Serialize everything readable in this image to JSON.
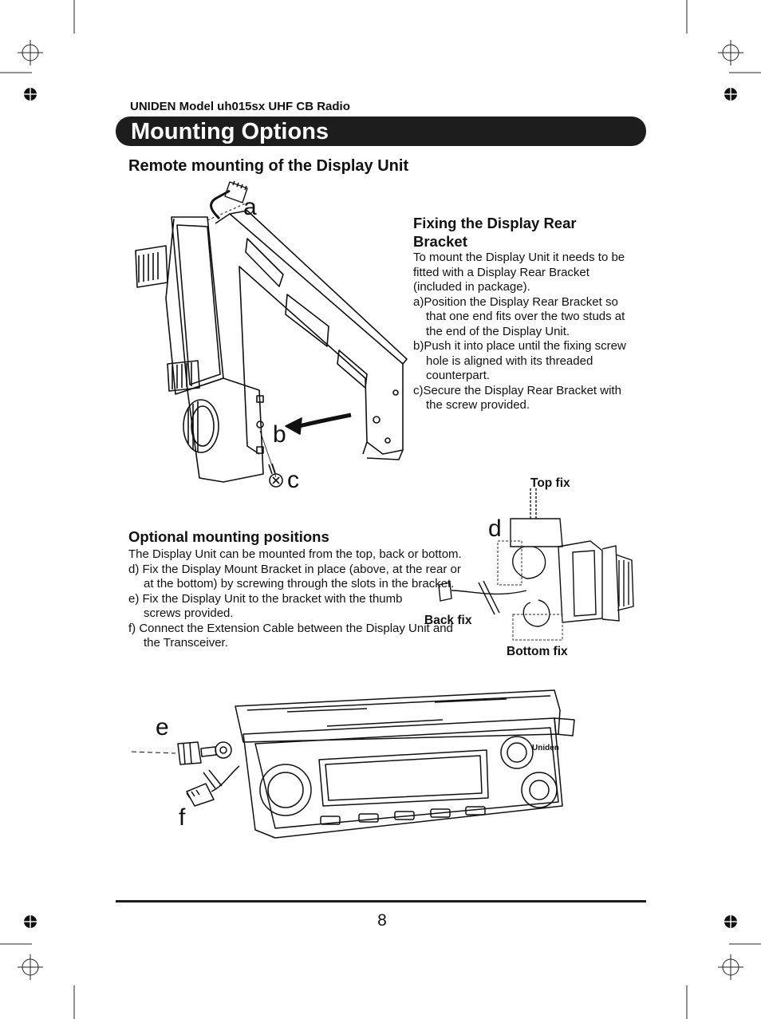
{
  "header": {
    "model": "UNIDEN Model uh015sx UHF CB Radio",
    "title": "Mounting Options"
  },
  "remote": {
    "heading": "Remote mounting of the Display Unit",
    "fixing_heading": "Fixing the Display Rear Bracket",
    "intro": "To mount the Display Unit it needs to be fitted with a Display Rear Bracket (included in package).",
    "steps": [
      "a)Position the Display Rear Bracket so that one end fits over the two studs at the end of the Display Unit.",
      "b)Push it into place until the fixing screw hole is aligned with its threaded counterpart.",
      "c)Secure the Display Rear Bracket with the screw provided."
    ],
    "figure_letters": {
      "a": "a",
      "b": "b",
      "c": "c"
    }
  },
  "optional": {
    "heading": "Optional mounting positions",
    "intro": "The Display Unit can be mounted from the top, back or bottom.",
    "steps": [
      "d) Fix the Display Mount Bracket in place (above, at the rear or at the bottom) by screwing through the slots in the bracket.",
      "e) Fix the Display Unit to the bracket with the thumb screws provided.",
      "f)  Connect the Extension Cable between the Display Unit and the Transceiver."
    ],
    "labels": {
      "top": "Top fix",
      "back": "Back fix",
      "bottom": "Bottom fix"
    },
    "figure_letters": {
      "d": "d",
      "e": "e",
      "f": "f"
    }
  },
  "radio_brand": "Uniden",
  "footer": {
    "page_number": "8"
  }
}
